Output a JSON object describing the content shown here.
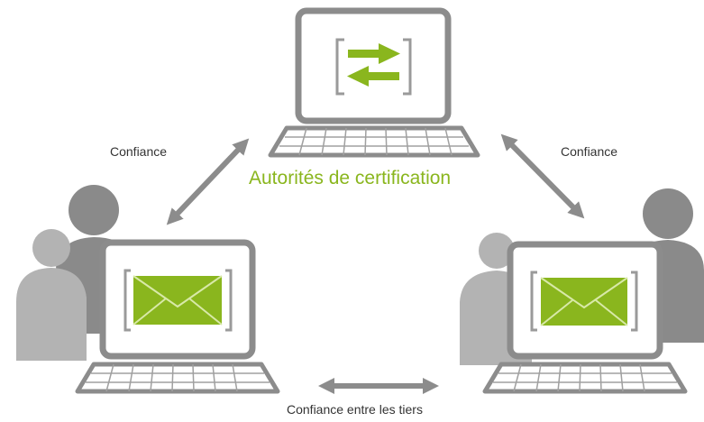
{
  "labels": {
    "trust_left": "Confiance",
    "trust_right": "Confiance",
    "trust_between_parties": "Confiance entre les tiers",
    "certification_authorities": "Autorités de certification"
  },
  "colors": {
    "accent_green": "#8ab61e",
    "laptop_gray": "#8c8c8c",
    "person_dark": "#8a8a8a",
    "person_light": "#b3b3b3",
    "arrow_gray": "#8c8c8c",
    "text": "#333333"
  },
  "icons": {
    "ca_screen": "exchange-arrows-icon",
    "party_screen": "envelope-icon"
  }
}
